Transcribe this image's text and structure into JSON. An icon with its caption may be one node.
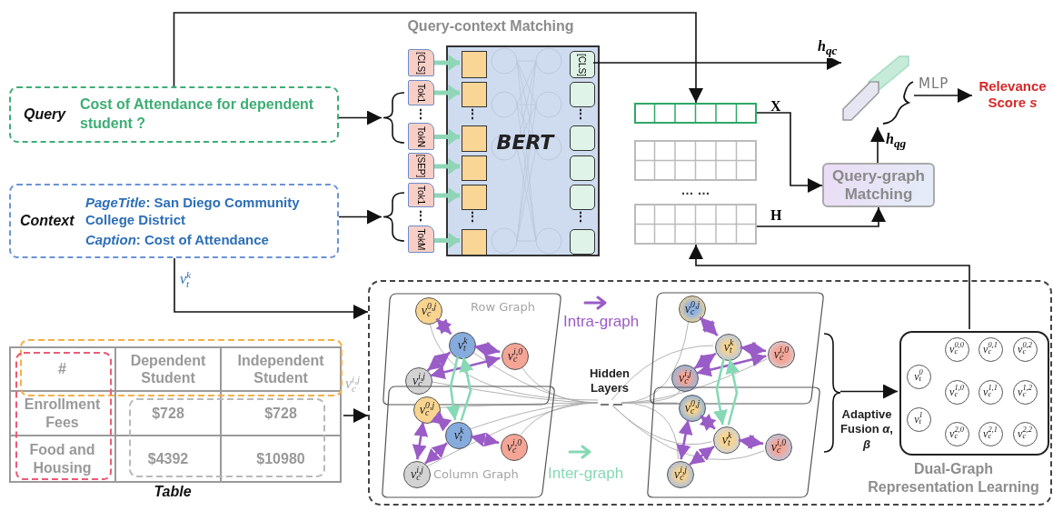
{
  "diagram": {
    "nodes": [
      {
        "text": [
          "Query",
          "Cost of Attendance for dependent student ?"
        ]
      },
      {
        "text": [
          "Context",
          "*PageTitle*: San Diego Community College District",
          "*Caption*: Cost of Attendance"
        ]
      },
      {
        "text": [
          "BERT"
        ],
        "beside": [
          "Query-context Matching"
        ]
      },
      {
        "text": [
          "[CLS]"
        ]
      },
      {
        "text": [
          "Tok1"
        ]
      },
      {
        "text": [
          "TokN"
        ]
      },
      {
        "text": [
          "[SEP]"
        ]
      },
      {
        "text": [
          "Tok1"
        ]
      },
      {
        "text": [
          "TokM"
        ]
      },
      {
        "text": [],
        "shape": "box",
        "in": 2
      },
      {
        "text": [],
        "shape": "box",
        "in": 2
      },
      {
        "text": [],
        "shape": "box",
        "in": 2
      },
      {
        "text": [],
        "shape": "box",
        "in": 2
      },
      {
        "text": [],
        "shape": "box",
        "in": 2
      },
      {
        "text": [],
        "shape": "box",
        "in": 2
      },
      {
        "text": [
          "[CLS]"
        ],
        "in": 2
      },
      {
        "text": [],
        "shape": "box",
        "in": 2
      },
      {
        "text": [],
        "shape": "box",
        "in": 2
      },
      {
        "text": [],
        "shape": "box",
        "in": 2
      },
      {
        "text": [],
        "shape": "box",
        "in": 2
      },
      {
        "text": [],
        "shape": "box",
        "in": 2
      },
      {
        "text": [],
        "shape": "box",
        "beside": [
          "X"
        ]
      },
      {
        "text": [
          "… …"
        ],
        "beside": [
          "H"
        ]
      },
      {
        "text": [
          "Query-graph Matching"
        ]
      },
      {
        "text": [],
        "shape": "box"
      },
      {
        "text": [
          "Relevance Score *s*"
        ]
      },
      {
        "text": [
          "#",
          "Dependent Student",
          "Independent Student",
          "Enrollment Fees",
          "$728",
          "$728",
          "Food and Housing",
          "$4392",
          "$10980",
          "Table"
        ]
      },
      {
        "text": [
          "Dual-Graph Representation Learning"
        ]
      },
      {
        "text": [
          "Row Graph"
        ],
        "in": 27
      },
      {
        "text": [
          "Column Graph"
        ],
        "in": 27
      },
      {
        "text": [
          "v$_{c}$$^{0,j}$"
        ],
        "in": 28
      },
      {
        "text": [
          "v$_{t}$$^{k}$"
        ],
        "in": 28
      },
      {
        "text": [
          "v$_{c}$$^{i,0}$"
        ],
        "in": 28
      },
      {
        "text": [
          "v$_{c}$$^{i,j}$"
        ],
        "in": 28
      },
      {
        "text": [
          "v$_{c}$$^{0,j}$"
        ],
        "in": 29
      },
      {
        "text": [
          "v$_{t}$$^{k}$"
        ],
        "in": 29
      },
      {
        "text": [
          "v$_{c}$$^{i,0}$"
        ],
        "in": 29
      },
      {
        "text": [
          "v$_{c}$$^{i,j}$"
        ],
        "in": 29
      },
      {
        "text": [],
        "shape": "box",
        "in": 27
      },
      {
        "text": [],
        "shape": "box",
        "in": 27
      },
      {
        "text": [
          "v$_{c}$$^{0,j}$"
        ],
        "in": 38
      },
      {
        "text": [
          "v$_{t}$$^{k}$"
        ],
        "in": 38
      },
      {
        "text": [
          "v$_{c}$$^{i,0}$"
        ],
        "in": 38
      },
      {
        "text": [
          "v$_{c}$$^{i,j}$"
        ],
        "in": 38
      },
      {
        "text": [
          "v$_{c}$$^{0,j}$"
        ],
        "in": 39
      },
      {
        "text": [
          "v$_{t}$$^{k}$"
        ],
        "in": 39
      },
      {
        "text": [
          "v$_{c}$$^{i,0}$"
        ],
        "in": 39
      },
      {
        "text": [
          "v$_{c}$$^{i,j}$"
        ],
        "in": 39
      },
      {
        "text": [],
        "shape": "box",
        "in": 27
      },
      {
        "text": [
          "v$_{t}$$^{0}$"
        ],
        "in": 48
      },
      {
        "text": [
          "v$_{t}$$^{1}$"
        ],
        "in": 48
      },
      {
        "text": [
          "v$_{c}$$^{0,0}$"
        ],
        "in": 48
      },
      {
        "text": [
          "v$_{c}$$^{0,1}$"
        ],
        "in": 48
      },
      {
        "text": [
          "v$_{c}$$^{0,2}$"
        ],
        "in": 48
      },
      {
        "text": [
          "v$_{c}$$^{1,0}$"
        ],
        "in": 48
      },
      {
        "text": [
          "v$_{c}$$^{1,1}$"
        ],
        "in": 48
      },
      {
        "text": [
          "v$_{c}$$^{1,2}$"
        ],
        "in": 48
      },
      {
        "text": [
          "v$_{c}$$^{2,0}$"
        ],
        "in": 48
      },
      {
        "text": [
          "v$_{c}$$^{2,1}$"
        ],
        "in": 48
      },
      {
        "text": [
          "v$_{c}$$^{2,2}$"
        ],
        "in": 48
      },
      {
        "text": [],
        "shape": "brace"
      },
      {
        "text": [],
        "shape": "brace"
      },
      {
        "text": [],
        "shape": "brace",
        "in": 27
      },
      {
        "text": [],
        "shape": "bar",
        "in": 27
      }
    ],
    "edges": [
      {
        "from": 0,
        "to": 60,
        "arrow": "to",
        "color": "#111111"
      },
      {
        "from": 1,
        "to": 61,
        "arrow": "to",
        "color": "#111111"
      },
      {
        "from": 3,
        "to": 9,
        "arrow": "to",
        "style": "thick",
        "color": "#8fd6b6"
      },
      {
        "from": 4,
        "to": 10,
        "arrow": "to",
        "style": "thick",
        "color": "#8fd6b6"
      },
      {
        "from": 5,
        "to": 11,
        "arrow": "to",
        "style": "thick",
        "color": "#8fd6b6"
      },
      {
        "from": 6,
        "to": 12,
        "arrow": "to",
        "style": "thick",
        "color": "#8fd6b6"
      },
      {
        "from": 7,
        "to": 13,
        "arrow": "to",
        "style": "thick",
        "color": "#8fd6b6"
      },
      {
        "from": 8,
        "to": 14,
        "arrow": "to",
        "style": "thick",
        "color": "#8fd6b6"
      },
      {
        "from": 0,
        "to": 21,
        "arrow": "to",
        "color": "#111111"
      },
      {
        "from": 15,
        "to": 24,
        "arrow": "to",
        "label": "h$_{qc}$",
        "color": "#111111"
      },
      {
        "from": 21,
        "to": 23,
        "arrow": "to",
        "color": "#111111"
      },
      {
        "from": 22,
        "to": 23,
        "arrow": "to",
        "color": "#111111"
      },
      {
        "from": 23,
        "to": 24,
        "arrow": "to",
        "label": "h$_{qg}$",
        "color": "#111111"
      },
      {
        "from": 24,
        "to": 25,
        "arrow": "to",
        "label": "MLP",
        "color": "#111111"
      },
      {
        "from": 1,
        "to": 27,
        "arrow": "to",
        "label": "v$_{t}$$^{k}$",
        "color": "#111111"
      },
      {
        "from": 26,
        "to": 27,
        "arrow": "to",
        "label": "v$_{c}$$^{i,j}$",
        "color": "#111111"
      },
      {
        "from": 62,
        "to": 48,
        "arrow": "to",
        "color": "#111111"
      },
      {
        "from": 48,
        "to": 22,
        "arrow": "to",
        "color": "#111111"
      },
      {
        "from": 30,
        "to": 31,
        "arrow": "both",
        "color": "#9a5cc6"
      },
      {
        "from": 31,
        "to": 32,
        "arrow": "both",
        "color": "#9a5cc6"
      },
      {
        "from": 31,
        "to": 33,
        "arrow": "both",
        "color": "#9a5cc6"
      },
      {
        "from": 33,
        "to": 32,
        "arrow": "both",
        "color": "#9a5cc6"
      },
      {
        "from": 34,
        "to": 35,
        "arrow": "both",
        "color": "#9a5cc6"
      },
      {
        "from": 35,
        "to": 36,
        "arrow": "both",
        "color": "#9a5cc6"
      },
      {
        "from": 35,
        "to": 37,
        "arrow": "both",
        "color": "#9a5cc6"
      },
      {
        "from": 34,
        "to": 37,
        "arrow": "both",
        "color": "#9a5cc6"
      },
      {
        "from": 40,
        "to": 41,
        "arrow": "both",
        "color": "#9a5cc6"
      },
      {
        "from": 41,
        "to": 42,
        "arrow": "both",
        "color": "#9a5cc6"
      },
      {
        "from": 41,
        "to": 43,
        "arrow": "both",
        "color": "#9a5cc6"
      },
      {
        "from": 43,
        "to": 42,
        "arrow": "both",
        "color": "#9a5cc6"
      },
      {
        "from": 44,
        "to": 45,
        "arrow": "both",
        "color": "#9a5cc6"
      },
      {
        "from": 45,
        "to": 46,
        "arrow": "both",
        "color": "#9a5cc6"
      },
      {
        "from": 45,
        "to": 47,
        "arrow": "both",
        "color": "#9a5cc6"
      },
      {
        "from": 44,
        "to": 47,
        "arrow": "both",
        "color": "#9a5cc6"
      },
      {
        "from": 31,
        "to": 35,
        "arrow": "to",
        "color": "#86d9b5"
      },
      {
        "from": 35,
        "to": 31,
        "arrow": "to",
        "color": "#86d9b5"
      },
      {
        "from": 41,
        "to": 45,
        "arrow": "to",
        "color": "#86d9b5"
      },
      {
        "from": 45,
        "to": 41,
        "arrow": "to",
        "color": "#86d9b5"
      },
      {
        "from": 30,
        "to": 63,
        "arrow": "none",
        "color": "#aaaaaa"
      },
      {
        "from": 31,
        "to": 63,
        "arrow": "none",
        "color": "#aaaaaa"
      },
      {
        "from": 32,
        "to": 63,
        "arrow": "none",
        "color": "#aaaaaa"
      },
      {
        "from": 33,
        "to": 63,
        "arrow": "none",
        "color": "#aaaaaa"
      },
      {
        "from": 34,
        "to": 63,
        "arrow": "none",
        "color": "#aaaaaa"
      },
      {
        "from": 35,
        "to": 63,
        "arrow": "none",
        "color": "#aaaaaa"
      },
      {
        "from": 36,
        "to": 63,
        "arrow": "none",
        "color": "#aaaaaa"
      },
      {
        "from": 37,
        "to": 63,
        "arrow": "none",
        "color": "#aaaaaa"
      },
      {
        "from": 63,
        "to": 40,
        "arrow": "none",
        "color": "#aaaaaa"
      },
      {
        "from": 63,
        "to": 41,
        "arrow": "none",
        "color": "#aaaaaa"
      },
      {
        "from": 63,
        "to": 42,
        "arrow": "none",
        "color": "#aaaaaa"
      },
      {
        "from": 63,
        "to": 43,
        "arrow": "none",
        "color": "#aaaaaa"
      },
      {
        "from": 63,
        "to": 44,
        "arrow": "none",
        "color": "#aaaaaa"
      },
      {
        "from": 63,
        "to": 45,
        "arrow": "none",
        "color": "#aaaaaa"
      },
      {
        "from": 63,
        "to": 46,
        "arrow": "none",
        "color": "#aaaaaa"
      },
      {
        "from": 63,
        "to": 47,
        "arrow": "none",
        "color": "#aaaaaa"
      }
    ],
    "labels": [
      "⋮",
      "⋮",
      "⋮",
      "⋮",
      "⋮",
      "⋮",
      "Hidden Layers",
      "Adaptive Fusion *α*, *β*"
    ],
    "legend": [
      {
        "text": "Intra-graph"
      },
      {
        "text": "Inter-graph"
      }
    ]
  }
}
